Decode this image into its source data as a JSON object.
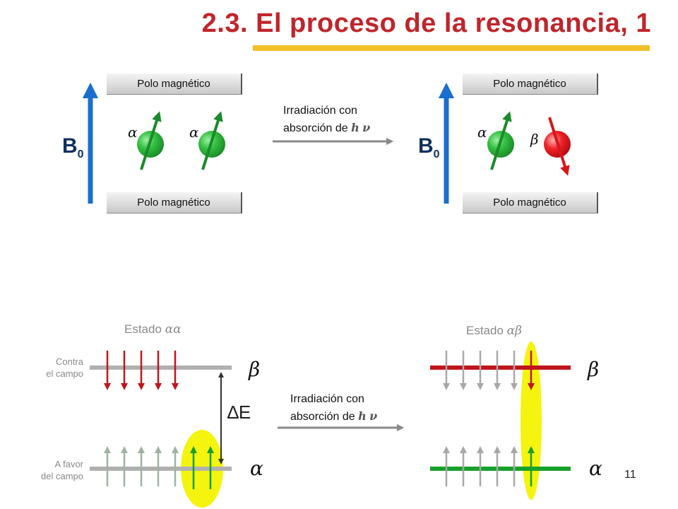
{
  "title": "2.3. El proceso de la resonancia, 1",
  "top": {
    "pole_label": "Polo magnético",
    "field_label": "B",
    "field_subscript": "0",
    "irradiation_line1": "Irradiación con",
    "irradiation_line2": "absorción de",
    "h_symbol": "h",
    "nu_symbol": "ν",
    "left_spins": [
      "α",
      "α"
    ],
    "right_spins": [
      "α",
      "β"
    ]
  },
  "bottom": {
    "state_left": "Estado",
    "state_left_symbol": "αα",
    "state_right": "Estado",
    "state_right_symbol": "αβ",
    "against_field_line1": "Contra",
    "against_field_line2": "el campo",
    "with_field_line1": "A favor",
    "with_field_line2": "del campo",
    "delta_symbol": "∆",
    "energy_symbol": "E",
    "beta_label": "β",
    "alpha_label": "α",
    "irradiation_line1": "Irradiación con",
    "irradiation_line2": "absorción de",
    "h_symbol": "h",
    "nu_symbol": "ν"
  },
  "page_number": "11",
  "colors": {
    "title": "#c0252b",
    "accent_bar": "#f2c028",
    "field_arrow": "#1a6fce",
    "spin_alpha": "#2fb63c",
    "spin_beta": "#e8161c",
    "level_high": "#c0151c",
    "level_low": "#17a02a",
    "highlight": "#f4f40e"
  }
}
